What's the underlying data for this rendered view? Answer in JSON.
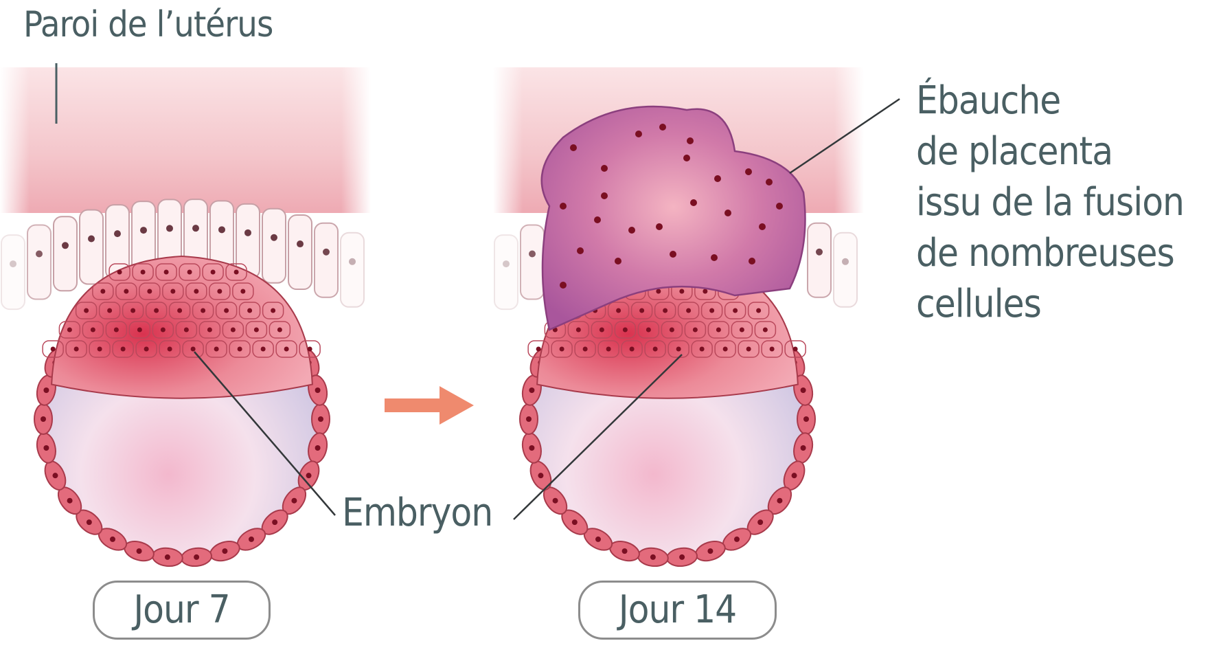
{
  "labels": {
    "uterus_wall": "Paroi de l’utérus",
    "embryo": "Embryon",
    "placenta_lines": [
      "Ébauche",
      "de placenta",
      "issu de la fusion",
      "de nombreuses",
      "cellules"
    ]
  },
  "stages": [
    {
      "label": "Jour 7"
    },
    {
      "label": "Jour 14"
    }
  ],
  "colors": {
    "uterus_pink": "#f2c4c9",
    "cell_fill": "#e36b7c",
    "cell_stroke": "#a83a4b",
    "nucleus": "#7a0f22",
    "placenta_purple": "#b06aa6",
    "cavity_blue": "#c9c3de",
    "arrow": "#ef8a6e",
    "text": "#4a5f63"
  }
}
